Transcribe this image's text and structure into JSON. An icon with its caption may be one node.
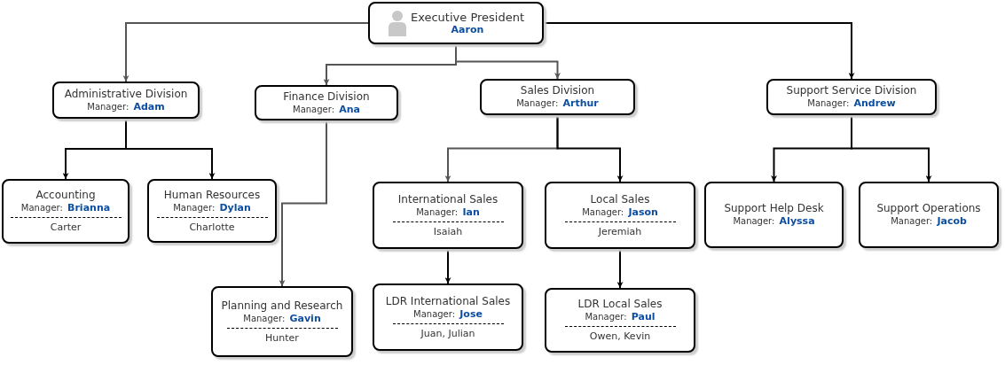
{
  "diagram": {
    "nodes": [
      {
        "text": [
          "Executive President",
          "Aaron"
        ]
      },
      {
        "text": [
          "Administrative Division",
          "Manager: **Adam**"
        ]
      },
      {
        "text": [
          "Finance Division",
          "Manager: **Ana**"
        ]
      },
      {
        "text": [
          "Sales Division",
          "Manager: **Arthur**"
        ]
      },
      {
        "text": [
          "Support Service Division",
          "Manager: **Andrew**"
        ]
      },
      {
        "text": [
          "Accounting",
          "Manager: **Brianna**",
          "Carter"
        ]
      },
      {
        "text": [
          "Human Resources",
          "Manager: **Dylan**",
          "Charlotte"
        ]
      },
      {
        "text": [
          "Planning and Research",
          "Manager: **Gavin**",
          "Hunter"
        ]
      },
      {
        "text": [
          "International Sales",
          "Manager: **Ian**",
          "Isaiah"
        ]
      },
      {
        "text": [
          "Local Sales",
          "Manager: **Jason**",
          "Jeremiah"
        ]
      },
      {
        "text": [
          "Support Help Desk",
          "Manager: **Alyssa**"
        ]
      },
      {
        "text": [
          "Support Operations",
          "Manager: **Jacob**"
        ]
      },
      {
        "text": [
          "LDR International Sales",
          "Manager: **Jose**",
          "Juan, Julian"
        ]
      },
      {
        "text": [
          "LDR Local Sales",
          "Manager: **Paul**",
          "Owen, Kevin"
        ]
      }
    ],
    "edges": [
      {
        "from": 0,
        "to": 1,
        "arrow": "to",
        "color": "#555555"
      },
      {
        "from": 0,
        "to": 2,
        "arrow": "to",
        "color": "#555555"
      },
      {
        "from": 0,
        "to": 3,
        "arrow": "to",
        "color": "#555555"
      },
      {
        "from": 0,
        "to": 4,
        "arrow": "to"
      },
      {
        "from": 1,
        "to": 5,
        "arrow": "to"
      },
      {
        "from": 1,
        "to": 6,
        "arrow": "to"
      },
      {
        "from": 2,
        "to": 7,
        "arrow": "to",
        "color": "#555555"
      },
      {
        "from": 3,
        "to": 8,
        "arrow": "to",
        "color": "#555555"
      },
      {
        "from": 3,
        "to": 9,
        "arrow": "to"
      },
      {
        "from": 4,
        "to": 10,
        "arrow": "to"
      },
      {
        "from": 4,
        "to": 11,
        "arrow": "to"
      },
      {
        "from": 8,
        "to": 12,
        "arrow": "to"
      },
      {
        "from": 9,
        "to": 13,
        "arrow": "to"
      }
    ]
  }
}
